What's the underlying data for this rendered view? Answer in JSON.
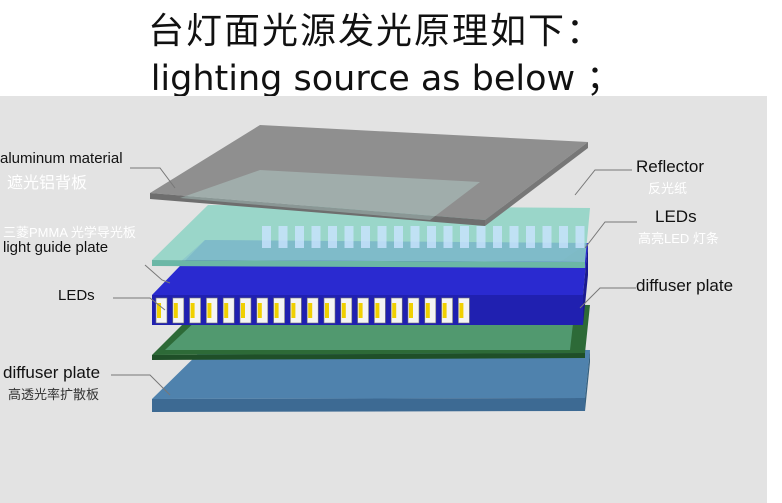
{
  "title": {
    "line1": "台灯面光源发光原理如下：",
    "line2": "lighting source as below ；"
  },
  "labels": {
    "aluminum_en": "aluminum material",
    "aluminum_cn": "遮光铝背板",
    "reflector_en": "Reflector",
    "reflector_cn": "反光纸",
    "guide_cn": "三菱PMMA 光学导光板",
    "guide_en": "light guide plate",
    "leds_right_en": "LEDs",
    "leds_right_cn": "高亮LED 灯条",
    "leds_left_en": "LEDs",
    "diffuser_right_en": "diffuser plate",
    "diffuser_left_en": "diffuser plate",
    "diffuser_left_cn": "高透光率扩散板"
  },
  "colors": {
    "aluminum": "#8f8f8f",
    "reflector": "#8fd4c6",
    "light_guide": "#2929c9",
    "led_strip": "#2f6b3a",
    "diffuser": "#4d7fa8",
    "background": "#e3e3e3"
  }
}
